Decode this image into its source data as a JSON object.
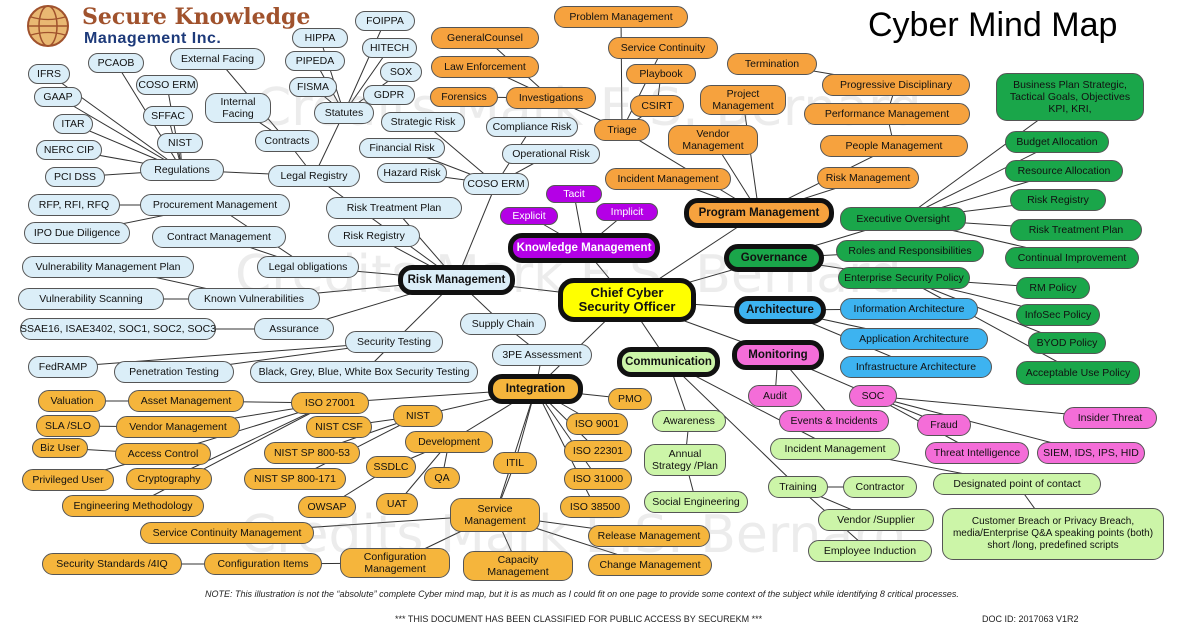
{
  "logo": {
    "line1": "Secure Knowledge",
    "line2": "Management Inc."
  },
  "title": "Cyber Mind Map",
  "watermark": "Credits Mark E.S. Bernard",
  "footer": {
    "note": "NOTE: This illustration is not the “absolute” complete Cyber mind map, but it is as much as I could fit on one page to provide some context of the subject while identifying 8 critical processes.",
    "classification": "*** THIS DOCUMENT HAS BEEN CLASSIFIED FOR PUBLIC ACCESS BY SECUREKM ***",
    "doc_id": "DOC ID: 2017063 V1R2"
  },
  "colors": {
    "blue": "#dbeef8",
    "orange": "#f6a23e",
    "green": "#1aa64a",
    "light_green": "#ccf5a8",
    "purple": "#b400e6",
    "pink": "#f46dd8",
    "sky": "#3db3f0",
    "gold": "#f5b53c",
    "yellow": "#ffff00"
  },
  "nodes": {
    "root": "Chief Cyber Security Officer",
    "risk_management": "Risk Management",
    "knowledge_management": "Knowledge Management",
    "program_management": "Program Management",
    "governance": "Governance",
    "architecture": "Architecture",
    "monitoring": "Monitoring",
    "communication": "Communication",
    "integration": "Integration",
    "foippa": "FOIPPA",
    "hippa": "HIPPA",
    "hitech": "HITECH",
    "pipeda": "PIPEDA",
    "sox": "SOX",
    "fisma": "FISMA",
    "gdpr": "GDPR",
    "statutes": "Statutes",
    "external_facing": "External Facing",
    "pcaob": "PCAOB",
    "ifrs": "IFRS",
    "coso_erm_top": "COSO ERM",
    "gaap": "GAAP",
    "internal_facing": "Internal Facing",
    "sffac": "SFFAC",
    "itar": "ITAR",
    "nist_reg": "NIST",
    "contracts": "Contracts",
    "nerc_cip": "NERC CIP",
    "regulations": "Regulations",
    "pci_dss": "PCI DSS",
    "legal_registry": "Legal Registry",
    "strategic_risk": "Strategic Risk",
    "compliance_risk": "Compliance Risk",
    "financial_risk": "Financial Risk",
    "operational_risk": "Operational Risk",
    "hazard_risk": "Hazard Risk",
    "coso_erm": "COSO ERM",
    "rfp": "RFP, RFI, RFQ",
    "procurement_management": "Procurement Management",
    "risk_treatment_plan": "Risk Treatment Plan",
    "ipo": "IPO Due Diligence",
    "contract_management": "Contract Management",
    "risk_registry": "Risk Registry",
    "vuln_mgmt_plan": "Vulnerability Management Plan",
    "legal_obligations": "Legal obligations",
    "vuln_scanning": "Vulnerability Scanning",
    "known_vulns": "Known Vulnerabilities",
    "ssae": "SSAE16, ISAE3402, SOC1, SOC2, SOC3",
    "assurance": "Assurance",
    "supply_chain": "Supply Chain",
    "security_testing": "Security Testing",
    "fedramp": "FedRAMP",
    "pen_testing": "Penetration Testing",
    "box_testing": "Black, Grey, Blue, White Box Security Testing",
    "spe_assessment": "3PE Assessment",
    "tacit": "Tacit",
    "explicit": "Explicit",
    "implicit": "Implicit",
    "problem_management": "Problem Management",
    "general_counsel": "GeneralCounsel",
    "service_continuity": "Service Continuity",
    "law_enforcement": "Law Enforcement",
    "playbook": "Playbook",
    "termination": "Termination",
    "forensics": "Forensics",
    "investigations": "Investigations",
    "csirt": "CSIRT",
    "project_management": "Project Management",
    "progressive_disciplinary": "Progressive Disciplinary",
    "triage": "Triage",
    "vendor_management_top": "Vendor Management",
    "performance_management": "Performance Management",
    "people_management": "People Management",
    "incident_management_top": "Incident Management",
    "risk_management_pm": "Risk Management",
    "business_plan": "Business Plan Strategic, Tactical Goals, Objectives KPI, KRI,",
    "budget_allocation": "Budget Allocation",
    "resource_allocation": "Resource Allocation",
    "executive_oversight": "Executive Oversight",
    "risk_registry_gov": "Risk Registry",
    "risk_treatment_plan_gov": "Risk Treatment Plan",
    "roles": "Roles and Responsibilities",
    "continual_improvement": "Continual Improvement",
    "esp": "Enterprise Security Policy",
    "rm_policy": "RM Policy",
    "infosec_policy": "InfoSec Policy",
    "byod_policy": "BYOD Policy",
    "acceptable_use_policy": "Acceptable Use Policy",
    "info_arch": "Information Architecture",
    "app_arch": "Application Architecture",
    "infra_arch": "Infrastructure Architecture",
    "audit": "Audit",
    "soc": "SOC",
    "events_incidents": "Events & Incidents",
    "fraud": "Fraud",
    "insider_threat": "Insider Threat",
    "threat_intel": "Threat Intelligence",
    "siem": "SIEM, IDS, IPS, HID",
    "incident_management_comm": "Incident Management",
    "designated_poc": "Designated point of contact",
    "awareness": "Awareness",
    "annual_strategy": "Annual Strategy /Plan",
    "social_engineering": "Social Engineering",
    "training": "Training",
    "contractor": "Contractor",
    "vendor_supplier": "Vendor /Supplier",
    "employee_induction": "Employee Induction",
    "customer_breach": "Customer Breach or Privacy Breach, media/Enterprise Q&A speaking points (both) short /long, predefined scripts",
    "valuation": "Valuation",
    "asset_management": "Asset Management",
    "iso27001": "ISO 27001",
    "sla_slo": "SLA /SLO",
    "vendor_management": "Vendor Management",
    "nist": "NIST",
    "nist_csf": "NIST CSF",
    "biz_user": "Biz User",
    "access_control": "Access Control",
    "nist_800_53": "NIST SP 800-53",
    "development": "Development",
    "privileged_user": "Privileged User",
    "cryptography": "Cryptography",
    "nist_800_171": "NIST SP 800-171",
    "ssdlc": "SSDLC",
    "qa": "QA",
    "itil": "ITIL",
    "engineering_methodology": "Engineering Methodology",
    "owsap": "OWSAP",
    "uat": "UAT",
    "pmo": "PMO",
    "iso9001": "ISO 9001",
    "iso22301": "ISO 22301",
    "iso31000": "ISO 31000",
    "iso38500": "ISO 38500",
    "service_management": "Service Management",
    "service_continuity_management": "Service Continuity Management",
    "release_management": "Release Management",
    "security_standards": "Security Standards /4IQ",
    "configuration_items": "Configuration Items",
    "configuration_management": "Configuration Management",
    "capacity_management": "Capacity Management",
    "change_management": "Change Management"
  }
}
